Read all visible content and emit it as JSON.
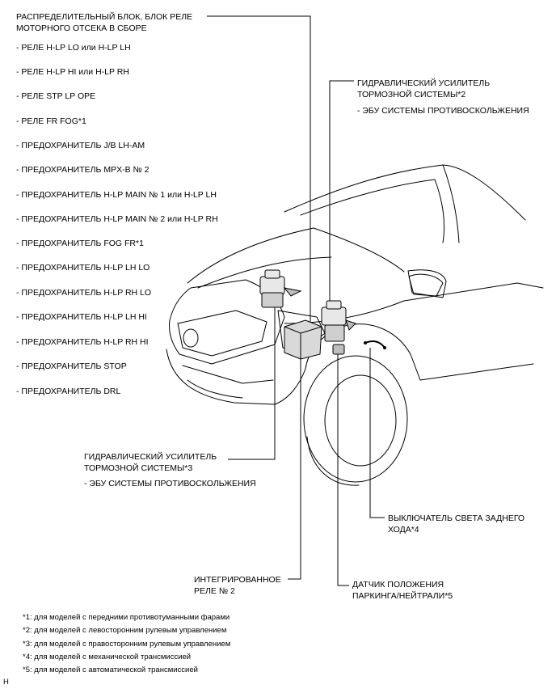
{
  "relay_block": {
    "title_line1": "РАСПРЕДЕЛИТЕЛЬНЫЙ БЛОК, БЛОК РЕЛЕ",
    "title_line2": "МОТОРНОГО ОТСЕКА В СБОРЕ",
    "items": [
      "- РЕЛЕ H-LP LO или H-LP LH",
      "- РЕЛЕ H-LP HI или H-LP RH",
      "- РЕЛЕ STP LP OPE",
      "- РЕЛЕ FR FOG*1",
      "- ПРЕДОХРАНИТЕЛЬ J/B LH-AM",
      "- ПРЕДОХРАНИТЕЛЬ MPX-B № 2",
      "- ПРЕДОХРАНИТЕЛЬ H-LP MAIN № 1 или H-LP LH",
      "- ПРЕДОХРАНИТЕЛЬ H-LP MAIN № 2 или H-LP RH",
      "- ПРЕДОХРАНИТЕЛЬ FOG FR*1",
      "- ПРЕДОХРАНИТЕЛЬ H-LP LH LO",
      "- ПРЕДОХРАНИТЕЛЬ H-LP RH LO",
      "- ПРЕДОХРАНИТЕЛЬ H-LP LH HI",
      "- ПРЕДОХРАНИТЕЛЬ H-LP RH HI",
      "- ПРЕДОХРАНИТЕЛЬ STOP",
      "- ПРЕДОХРАНИТЕЛЬ DRL"
    ]
  },
  "booster_lhd": {
    "line1": "ГИДРАВЛИЧЕСКИЙ УСИЛИТЕЛЬ",
    "line2": "ТОРМОЗНОЙ СИСТЕМЫ*2",
    "sub": "- ЭБУ СИСТЕМЫ ПРОТИВОСКОЛЬЖЕНИЯ"
  },
  "booster_rhd": {
    "line1": "ГИДРАВЛИЧЕСКИЙ УСИЛИТЕЛЬ",
    "line2": "ТОРМОЗНОЙ СИСТЕМЫ*3",
    "sub": "- ЭБУ СИСТЕМЫ ПРОТИВОСКОЛЬЖЕНИЯ"
  },
  "backup_switch": {
    "line1": "ВЫКЛЮЧАТЕЛЬ СВЕТА ЗАДНЕГО",
    "line2": "ХОДА*4"
  },
  "relay_integrated": {
    "line1": "ИНТЕГРИРОВАННОЕ",
    "line2": "РЕЛЕ № 2"
  },
  "park_sensor": {
    "line1": "ДАТЧИК ПОЛОЖЕНИЯ",
    "line2": "ПАРКИНГА/НЕЙТРАЛИ*5"
  },
  "footnotes": [
    "*1: для моделей с передними противотуманными фарами",
    "*2: для моделей с левосторонним рулевым управлением",
    "*3: для моделей с правосторонним рулевым управлением",
    "*4: для моделей с механической трансмиссией",
    "*5: для моделей с автоматической трансмиссией"
  ],
  "figure_code": "H"
}
